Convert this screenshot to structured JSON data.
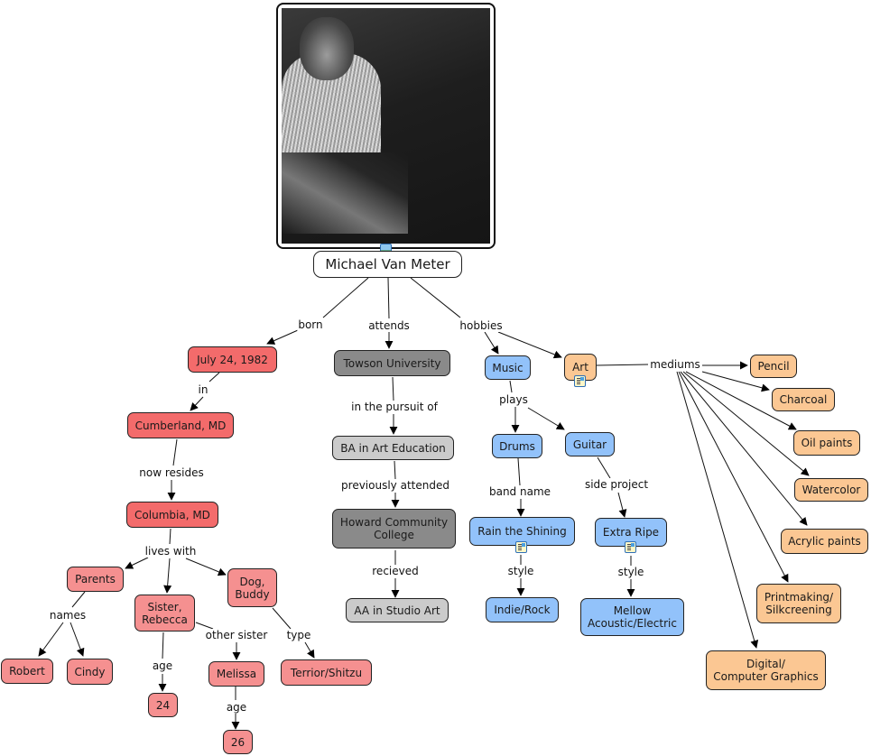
{
  "root": {
    "label": "Michael Van Meter",
    "photo_alt": "photo of Michael Van Meter",
    "icon": "image-icon"
  },
  "nodes": {
    "july": "July 24, 1982",
    "cumberland": "Cumberland, MD",
    "columbia": "Columbia, MD",
    "parents": "Parents",
    "sister": "Sister,\nRebecca",
    "dog": "Dog,\nBuddy",
    "robert": "Robert",
    "cindy": "Cindy",
    "age24": "24",
    "melissa": "Melissa",
    "age26": "26",
    "terrier": "Terrior/Shitzu",
    "towson": "Towson University",
    "ba": "BA in Art Education",
    "howard": "Howard Community\nCollege",
    "aa": "AA in Studio Art",
    "music": "Music",
    "art": "Art",
    "drums": "Drums",
    "guitar": "Guitar",
    "rain": "Rain the Shining",
    "extra": "Extra Ripe",
    "indie": "Indie/Rock",
    "mellow": "Mellow\nAcoustic/Electric",
    "pencil": "Pencil",
    "charcoal": "Charcoal",
    "oil": "Oil paints",
    "watercolor": "Watercolor",
    "acrylic": "Acrylic paints",
    "print": "Printmaking/\nSilkcreening",
    "digital": "Digital/\nComputer Graphics"
  },
  "links": {
    "born": "born",
    "attends": "attends",
    "hobbies": "hobbies",
    "in": "in",
    "now_resides": "now resides",
    "lives_with": "lives with",
    "names": "names",
    "age1": "age",
    "other_sister": "other sister",
    "age2": "age",
    "type": "type",
    "pursuit": "in the pursuit of",
    "prev": "previously attended",
    "recieved": "recieved",
    "plays": "plays",
    "band_name": "band name",
    "side_project": "side project",
    "style1": "style",
    "style2": "style",
    "mediums": "mediums"
  },
  "colors": {
    "personal": "#f36b6b",
    "family": "#f59090",
    "school": "#8a8a8a",
    "degree": "#cbcbcb",
    "music": "#92c2fa",
    "art": "#fbc793"
  }
}
